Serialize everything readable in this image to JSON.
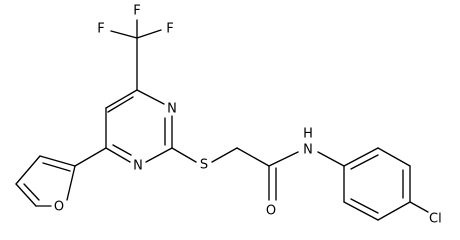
{
  "structure": {
    "atom_labels": {
      "fluorine_top": "F",
      "fluorine_left": "F",
      "fluorine_right": "F",
      "ring_nitrogen_upper": "N",
      "ring_nitrogen_lower": "N",
      "sulfur": "S",
      "furan_oxygen": "O",
      "amide_nitrogen": "N",
      "amide_hydrogen": "H",
      "carbonyl_oxygen": "O",
      "chlorine": "Cl"
    }
  }
}
